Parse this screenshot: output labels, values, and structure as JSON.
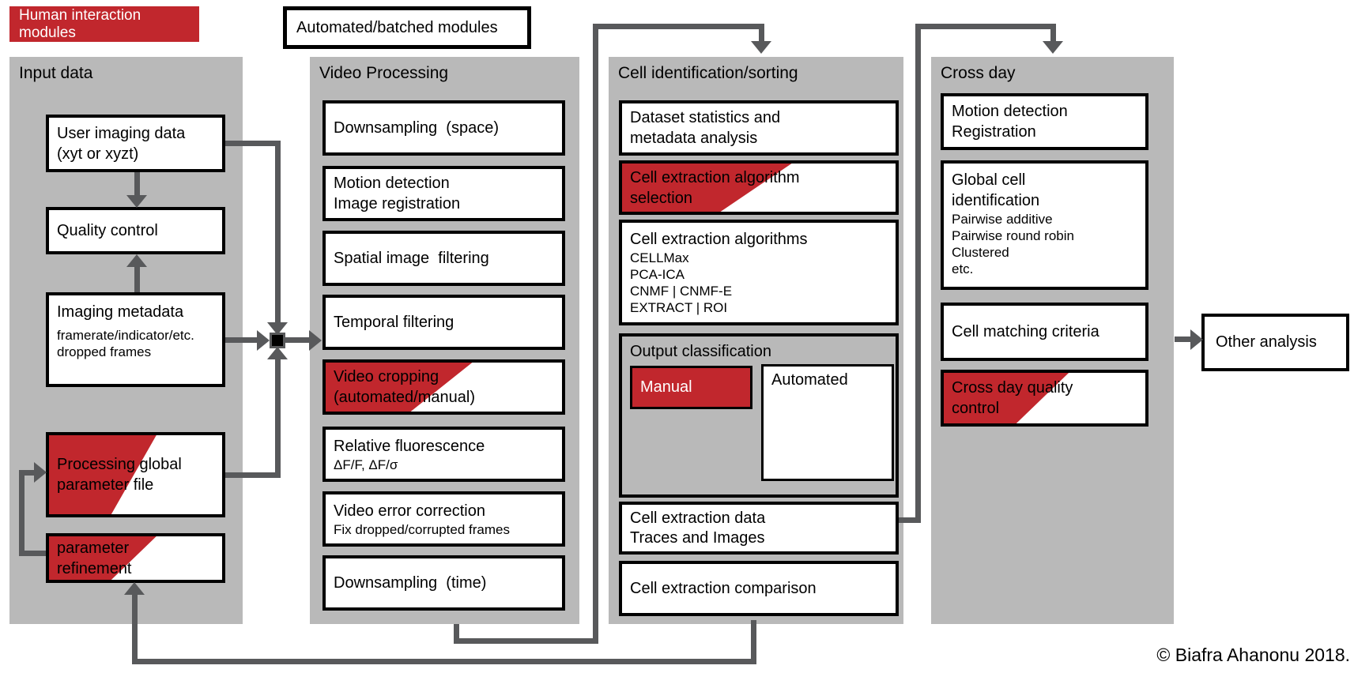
{
  "colors": {
    "accent_red": "#c1272d",
    "column_gray": "#b9b9b9",
    "connector_gray": "#58595b",
    "box_border": "#000000"
  },
  "legend": {
    "human_label": "Human interaction modules",
    "automated_label": "Automated/batched modules"
  },
  "columns": {
    "input": {
      "title": "Input data",
      "boxes": [
        {
          "lines": [
            "User imaging data",
            "(xyt or xyzt)"
          ]
        },
        {
          "lines": [
            "Quality control"
          ]
        },
        {
          "lines": [
            "Imaging metadata"
          ],
          "sublines": [
            "framerate/indicator/etc.",
            "dropped frames"
          ]
        },
        {
          "lines": [
            "Processing global",
            "parameter file"
          ],
          "highlight": "partial-red"
        },
        {
          "lines": [
            "parameter",
            "refinement"
          ],
          "highlight": "partial-red"
        }
      ]
    },
    "video": {
      "title": "Video Processing",
      "boxes": [
        {
          "lines": [
            "Downsampling  (space)"
          ]
        },
        {
          "lines": [
            "Motion detection",
            "Image registration"
          ]
        },
        {
          "lines": [
            "Spatial image  filtering"
          ]
        },
        {
          "lines": [
            "Temporal filtering"
          ]
        },
        {
          "lines": [
            "Video cropping",
            "(automated/manual)"
          ],
          "highlight": "partial-red"
        },
        {
          "lines": [
            "Relative fluorescence"
          ],
          "sublines": [
            "ΔF/F, ΔF/σ"
          ]
        },
        {
          "lines": [
            "Video error correction"
          ],
          "sublines": [
            "Fix dropped/corrupted frames"
          ]
        },
        {
          "lines": [
            "Downsampling  (time)"
          ]
        }
      ]
    },
    "cellid": {
      "title": "Cell identification/sorting",
      "boxes": [
        {
          "lines": [
            "Dataset statistics and",
            "metadata analysis"
          ]
        },
        {
          "lines": [
            "Cell extraction algorithm",
            "selection"
          ],
          "highlight": "partial-red"
        },
        {
          "lines": [
            "Cell extraction algorithms"
          ],
          "sublines": [
            "CELLMax",
            "PCA-ICA",
            "CNMF | CNMF-E",
            "EXTRACT | ROI"
          ]
        },
        {
          "lines": [
            "Cell extraction data",
            "Traces and Images"
          ]
        },
        {
          "lines": [
            "Cell extraction comparison"
          ]
        }
      ],
      "output_classification": {
        "label": "Output classification",
        "manual": "Manual",
        "automated": "Automated"
      }
    },
    "crossday": {
      "title": "Cross day",
      "boxes": [
        {
          "lines": [
            "Motion detection",
            "Registration"
          ]
        },
        {
          "lines": [
            "Global cell",
            "identification"
          ],
          "sublines": [
            "Pairwise additive",
            "Pairwise round robin",
            "Clustered",
            "etc."
          ]
        },
        {
          "lines": [
            "Cell matching criteria"
          ]
        },
        {
          "lines": [
            "Cross day quality",
            "control"
          ],
          "highlight": "partial-red"
        }
      ]
    }
  },
  "other_analysis": {
    "label": "Other analysis"
  },
  "footer": {
    "copyright": "© Biafra Ahanonu 2018."
  }
}
